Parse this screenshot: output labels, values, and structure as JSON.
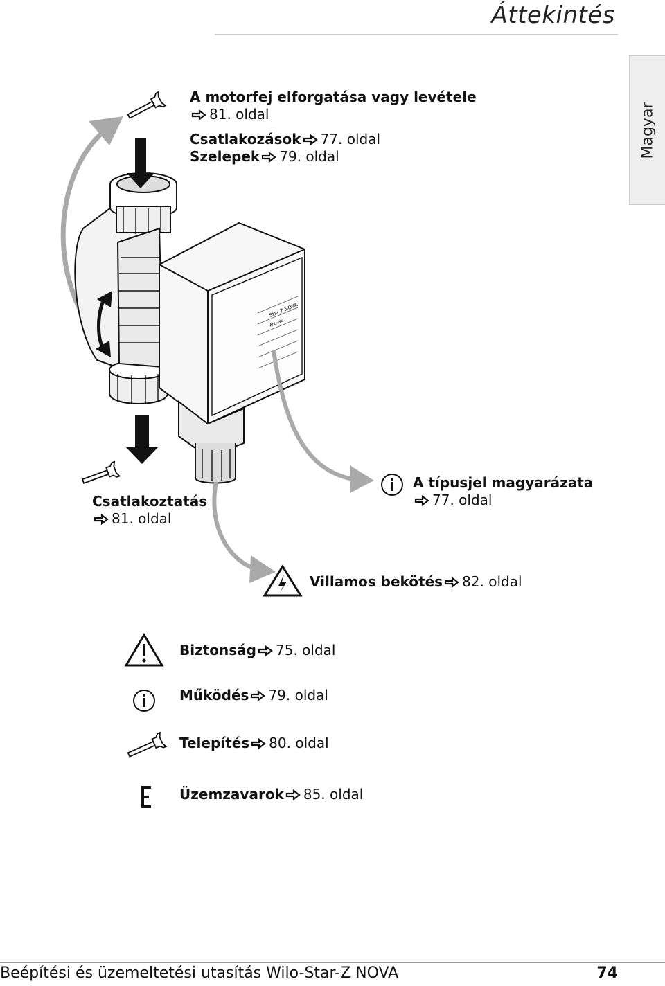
{
  "header": {
    "title": "Áttekintés"
  },
  "language_tab": "Magyar",
  "labels": {
    "motorhead": {
      "title": "A motorfej elforgatása vagy levétele",
      "page": "81. oldal"
    },
    "connections": {
      "title": "Csatlakozások",
      "page": "77. oldal"
    },
    "valves": {
      "title": "Szelepek",
      "page": "79. oldal"
    },
    "connecting": {
      "title": "Csatlakoztatás",
      "page": "81. oldal"
    },
    "type_key": {
      "title": "A típusjel magyarázata",
      "page": "77. oldal"
    },
    "electrical": {
      "title": "Villamos bekötés",
      "page": "82. oldal"
    }
  },
  "index": [
    {
      "icon": "warning-icon",
      "title": "Biztonság",
      "page": "75. oldal"
    },
    {
      "icon": "info-icon",
      "title": "Működés",
      "page": "79. oldal"
    },
    {
      "icon": "wrench-icon",
      "title": "Telepítés",
      "page": "80. oldal"
    },
    {
      "icon": "error-code-icon",
      "title": "Üzemzavarok",
      "page": "85. oldal"
    }
  ],
  "nameplate": {
    "brand": "Star-Z NOVA",
    "art_no": "Art.-No."
  },
  "footer": {
    "text": "Beépítési és üzemeltetési utasítás Wilo-Star-Z NOVA",
    "page": "74"
  }
}
